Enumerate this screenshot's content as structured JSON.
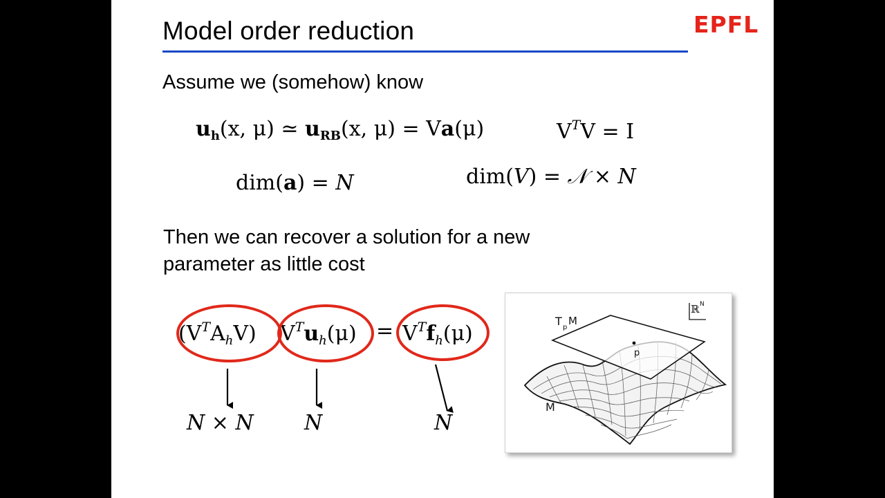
{
  "slide": {
    "title": "Model order reduction",
    "logo": "EPFL",
    "assume_text": "Assume we (somehow) know",
    "then_line1": "Then we can recover a solution for a new",
    "then_line2": "parameter as little cost"
  },
  "equations": {
    "eq1_bold_u": "u",
    "eq1_sub_h": "h",
    "eq1_mid": "(x, μ) ≃ ",
    "eq1_bold_u2": "u",
    "eq1_sub_rb": "RB",
    "eq1_mid2": "(x, μ) = V",
    "eq1_bold_a": "a",
    "eq1_end": "(μ)",
    "orth_v": "V",
    "orth_t": "T",
    "orth_rest": "V = I",
    "dim_a_pre": "dim(",
    "dim_a_bold": "a",
    "dim_a_post": ") = ",
    "dim_a_n": "N",
    "dim_v_pre": "dim(",
    "dim_v_v": "V",
    "dim_v_post": ") = ",
    "dim_v_cal": "𝒩",
    "dim_v_times": " × ",
    "dim_v_n": "N"
  },
  "system": {
    "term1_open": "(V",
    "term1_t": "T",
    "term1_a": "A",
    "term1_h": "h",
    "term1_close": "V)",
    "term2_v": "V",
    "term2_t": "T",
    "term2_u": "u",
    "term2_h": "h",
    "term2_mu": "(μ)",
    "equals": "=",
    "term3_v": "V",
    "term3_t": "T",
    "term3_f": "f",
    "term3_h": "h",
    "term3_mu": "(μ)",
    "dim1": "N × N",
    "dim2": "N",
    "dim3": "N"
  },
  "figure": {
    "label_tangent": "T",
    "label_tangent_sub": "p",
    "label_tangent_m": "M",
    "label_point": "p",
    "label_manifold": "M",
    "label_space": "ℝ",
    "label_space_sup": "N"
  },
  "colors": {
    "title_rule": "#1747c4",
    "logo": "#e5241a",
    "ellipse": "#e0281a"
  }
}
